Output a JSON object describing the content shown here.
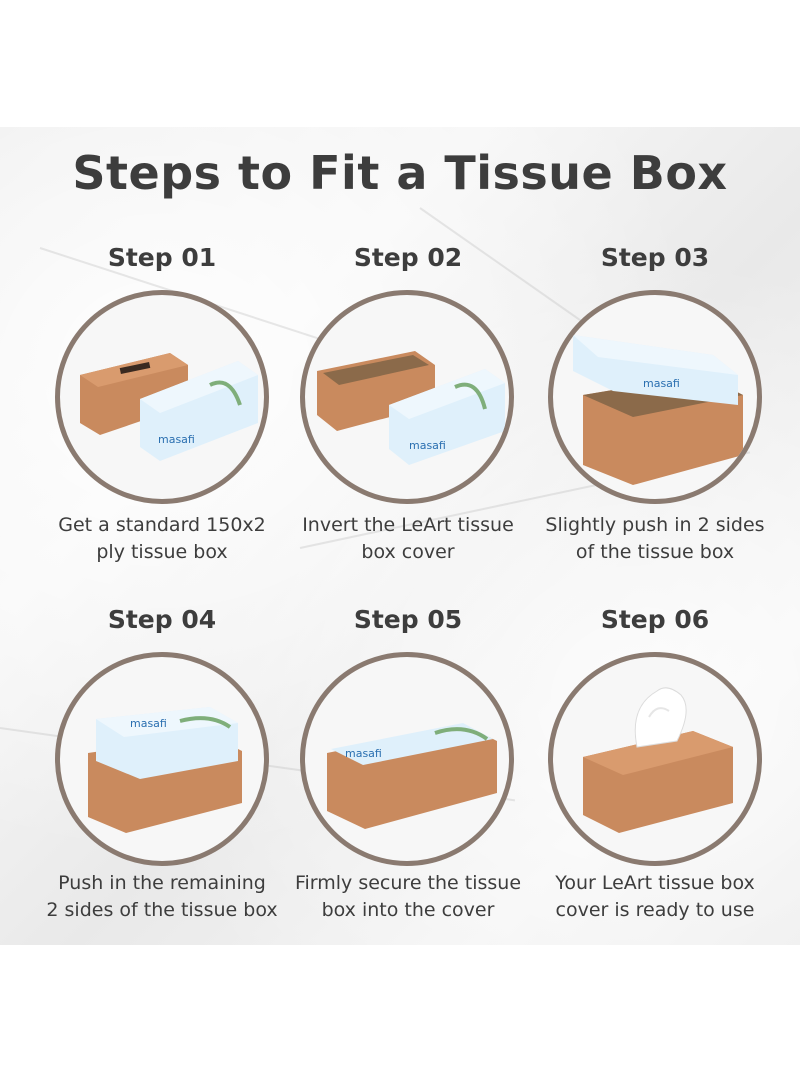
{
  "title": "Steps to Fit a Tissue Box",
  "steps": [
    {
      "label": "Step 01",
      "caption_line1": "Get a standard 150x2",
      "caption_line2": "ply tissue box"
    },
    {
      "label": "Step 02",
      "caption_line1": "Invert the LeArt tissue",
      "caption_line2": "box cover"
    },
    {
      "label": "Step 03",
      "caption_line1": "Slightly push in 2 sides",
      "caption_line2": "of the tissue box"
    },
    {
      "label": "Step 04",
      "caption_line1": "Push in the remaining",
      "caption_line2": "2 sides of the tissue box"
    },
    {
      "label": "Step 05",
      "caption_line1": "Firmly secure the tissue",
      "caption_line2": "box into the cover"
    },
    {
      "label": "Step 06",
      "caption_line1": "Your LeArt tissue box",
      "caption_line2": "cover is ready to use"
    }
  ],
  "brand_text": "masafi",
  "colors": {
    "text": "#3d3d3d",
    "circle_border": "#8a7a70",
    "leather": "#c98a5e",
    "tissue_box": "#dff0fb"
  }
}
